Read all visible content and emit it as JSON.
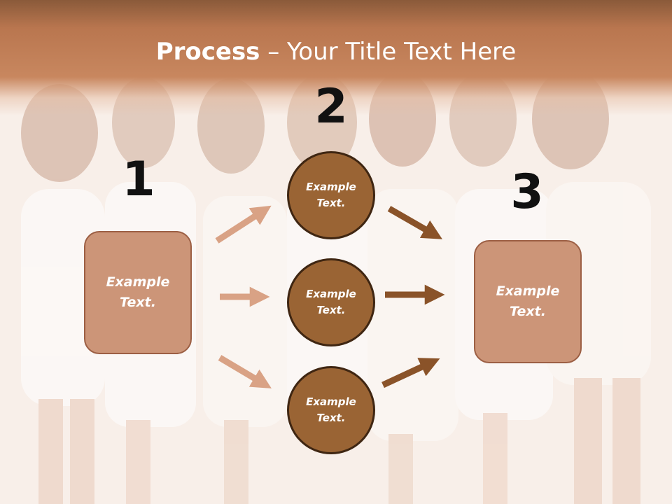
{
  "slide": {
    "title_bold": "Process",
    "title_rest": " – Your Title Text Here"
  },
  "steps": [
    {
      "number": "1",
      "label": "Example\nText."
    },
    {
      "number": "2",
      "labels": [
        "Example\nText.",
        "Example\nText.",
        "Example\nText."
      ]
    },
    {
      "number": "3",
      "label": "Example\nText."
    }
  ],
  "colors": {
    "title_band": "#c8875f",
    "box_fill": "#cc9578",
    "box_border": "#9c5f44",
    "circle_fill": "#9a6434",
    "circle_border": "#3f2612",
    "arrow_light": "#d9a285",
    "arrow_dark": "#8a5329"
  }
}
